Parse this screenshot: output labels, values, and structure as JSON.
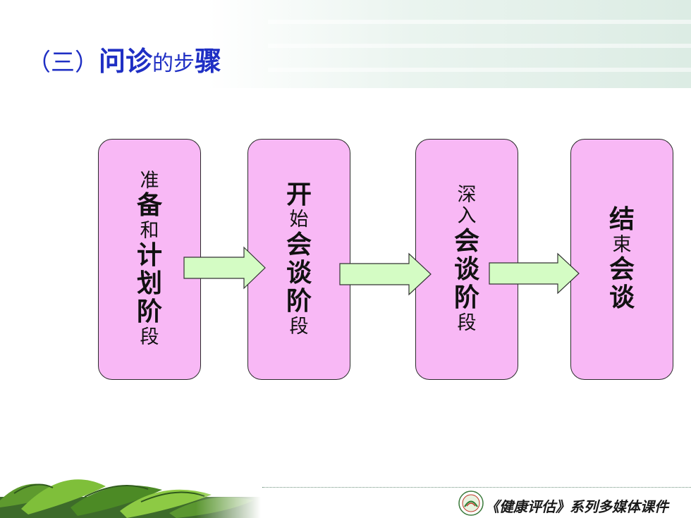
{
  "title": {
    "prefix": "（三）",
    "part_a": "问诊",
    "part_b": "的步",
    "part_c": "骤"
  },
  "stages": [
    {
      "chars": [
        {
          "t": "准",
          "big": false
        },
        {
          "t": "备",
          "big": true
        },
        {
          "t": "和",
          "big": false
        },
        {
          "t": "计",
          "big": true
        },
        {
          "t": "划",
          "big": true
        },
        {
          "t": "阶",
          "big": true
        },
        {
          "t": "段",
          "big": false
        }
      ]
    },
    {
      "chars": [
        {
          "t": "开",
          "big": true
        },
        {
          "t": "始",
          "big": false
        },
        {
          "t": "会",
          "big": true
        },
        {
          "t": "谈",
          "big": true
        },
        {
          "t": "阶",
          "big": true
        },
        {
          "t": "段",
          "big": false
        }
      ]
    },
    {
      "chars": [
        {
          "t": "深",
          "big": false
        },
        {
          "t": "入",
          "big": false
        },
        {
          "t": "会",
          "big": true
        },
        {
          "t": "谈",
          "big": true
        },
        {
          "t": "阶",
          "big": true
        },
        {
          "t": "段",
          "big": false
        }
      ]
    },
    {
      "chars": [
        {
          "t": "结",
          "big": true
        },
        {
          "t": "束",
          "big": false
        },
        {
          "t": "会",
          "big": true
        },
        {
          "t": "谈",
          "big": true
        }
      ]
    }
  ],
  "footer": {
    "text": "《健康评估》系列多媒体课件"
  },
  "colors": {
    "title": "#1f2fc4",
    "box_fill": "#f8b8f5",
    "arrow_fill": "#d4fcc4",
    "text": "#111111"
  }
}
